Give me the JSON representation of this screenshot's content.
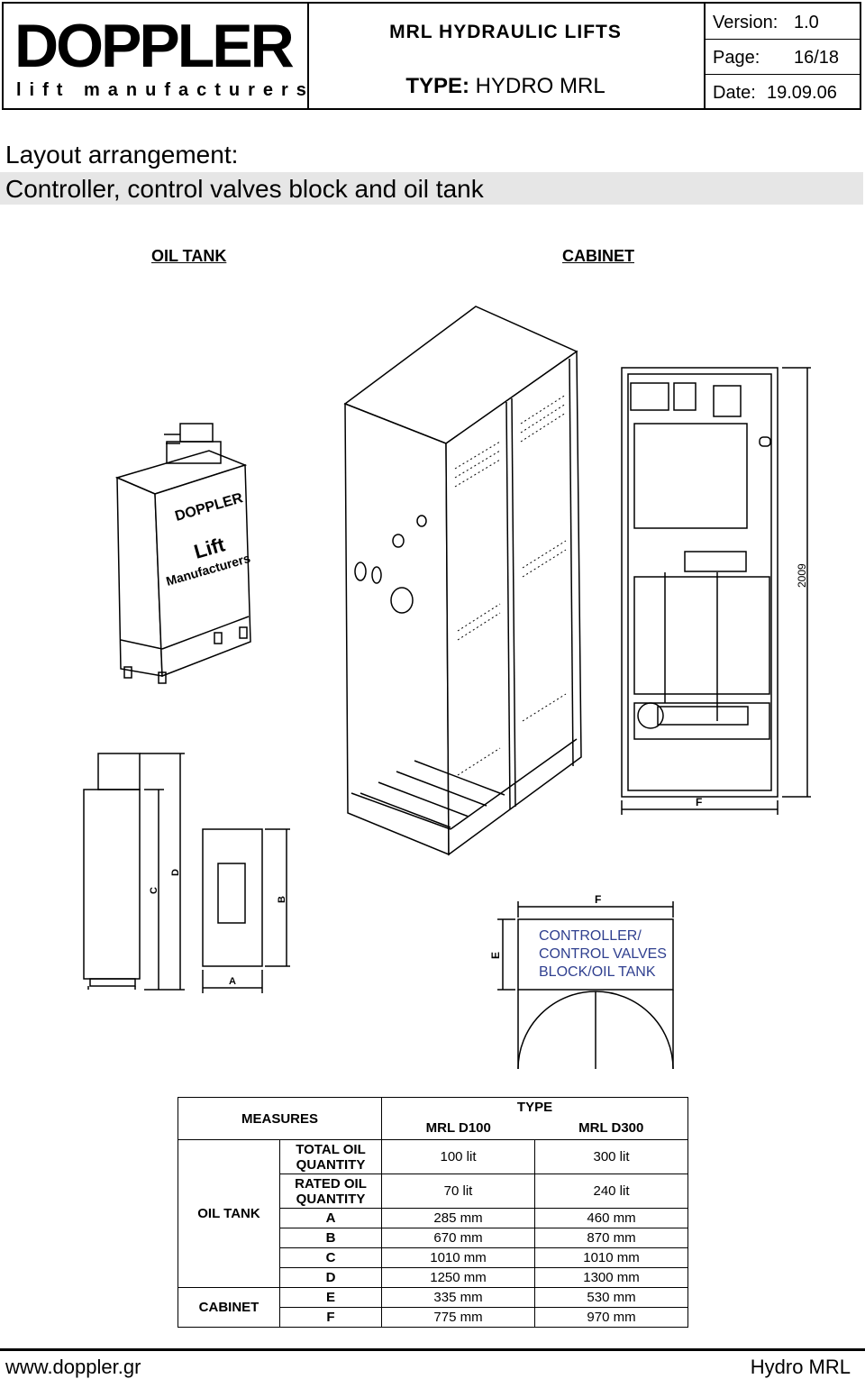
{
  "header": {
    "logo_word": "DOPPLER",
    "logo_tagline": "lift manufacturers",
    "title": "MRL HYDRAULIC LIFTS",
    "type_label": "TYPE:",
    "type_value": "HYDRO MRL",
    "version_label": "Version:",
    "version_value": "1.0",
    "page_label": "Page:",
    "page_value": "16/18",
    "date_label": "Date:",
    "date_value": "19.09.06"
  },
  "section": {
    "line1": "Layout arrangement:",
    "line2": "Controller, control valves block and oil tank"
  },
  "labels": {
    "oil_tank": "OIL TANK",
    "cabinet": "CABINET"
  },
  "drawing": {
    "tank_brand_1": "DOPPLER",
    "tank_brand_2": "Lift",
    "tank_brand_3": "Manufacturers",
    "dim_c": "C",
    "dim_d": "D",
    "dim_b": "B",
    "dim_a": "A",
    "dim_f": "F",
    "dim_e": "E",
    "dim_height": "2009",
    "plan_text_1": "CONTROLLER/",
    "plan_text_2": "CONTROL VALVES",
    "plan_text_3": "BLOCK/OIL TANK"
  },
  "table": {
    "measures": "MEASURES",
    "type": "TYPE",
    "col1": "MRL D100",
    "col2": "MRL D300",
    "group_oil_tank": "OIL TANK",
    "group_cabinet": "CABINET",
    "rows": [
      {
        "label": "TOTAL OIL QUANTITY",
        "d100": "100 lit",
        "d300": "300 lit"
      },
      {
        "label": "RATED OIL QUANTITY",
        "d100": "70 lit",
        "d300": "240 lit"
      },
      {
        "label": "A",
        "d100": "285 mm",
        "d300": "460 mm"
      },
      {
        "label": "B",
        "d100": "670 mm",
        "d300": "870 mm"
      },
      {
        "label": "C",
        "d100": "1010 mm",
        "d300": "1010 mm"
      },
      {
        "label": "D",
        "d100": "1250 mm",
        "d300": "1300 mm"
      },
      {
        "label": "E",
        "d100": "335 mm",
        "d300": "530 mm"
      },
      {
        "label": "F",
        "d100": "775 mm",
        "d300": "970 mm"
      }
    ]
  },
  "footer": {
    "url": "www.doppler.gr",
    "product": "Hydro MRL"
  }
}
